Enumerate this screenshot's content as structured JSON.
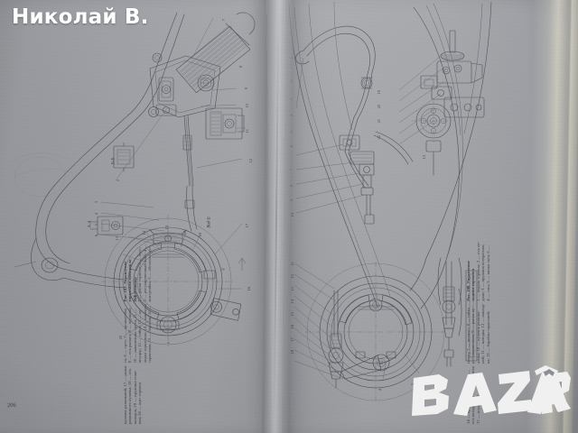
{
  "document": {
    "kind": "open-book-photograph",
    "language": "ru",
    "page_number": "206",
    "background_color": "#9a9ca0",
    "ink_color": "#4b4e57"
  },
  "watermarks": {
    "uploader": {
      "text": "Николай В.",
      "color": "#ffffff"
    },
    "site": {
      "text": "BAZAR",
      "color": "#f2f2f2"
    }
  },
  "left_page": {
    "figure_caption": {
      "heading": "Рис. 187. Управление",
      "lines": [
        "Рис. 187. Управление",
        "тормозами мотоцикла",
        "ИЖ-Юпитер",
        "1 — рычаг тормоза; 2 — болт;",
        "3 — регулировочный винт; 4 —",
        "контргайка; 5 — оболочка тро-",
        "са; 6 — трос; 7 — кронштейн;",
        "8 — ось рычага; 9 — пружина;",
        "10 — наконечник троса; 11 —",
        "штуцер; 12 — гайка; 13 — ко-",
        "лодка тормозная; 14 — накладка",
        "тормозная; 15 — барабан; 16 —",
        "кулачок разжимной; 17 — рычаг",
        "разжимного кулачка; 18 — ось",
        "колодок; 19 — пружина стяж-",
        "ная; 20 — щит тормоза"
      ]
    },
    "view_labels": [
      "Вид А",
      "Вид Б",
      "А-А",
      "Б-Б"
    ],
    "callout_numbers": [
      "1",
      "2",
      "3",
      "4",
      "5",
      "6",
      "7",
      "8",
      "9",
      "10",
      "11",
      "12",
      "13",
      "14",
      "15",
      "16",
      "17",
      "18",
      "19",
      "20"
    ]
  },
  "right_page": {
    "figure_caption": {
      "heading": "Рис. 188. Управление",
      "lines": [
        "Рис. 188. Управление",
        "задним тормозом",
        "1 — педаль тормоза; 2 — ось пе-",
        "дали; 3 — пружина возвратная;",
        "4 — тяга; 5 — вилка тяги; 6 —",
        "палец; 7 — шплинт; 8 — гайка",
        "регулировочная; 9 — рычаг ку-",
        "лачка; 10 — кулачок разжим-",
        "ной; 11 — колодка; 12 — наклад-",
        "ка; 13 — барабан тормозной;",
        "14 — пружина стяжная; 15 —",
        "ось колодок; 16 — щит тормоза;",
        "17 — втулка; 18 — шайба"
      ]
    },
    "callout_numbers": [
      "1",
      "2",
      "3",
      "4",
      "5",
      "6",
      "7",
      "8",
      "9",
      "10",
      "11",
      "12",
      "13",
      "14",
      "15",
      "16",
      "17",
      "18",
      "19",
      "20",
      "21",
      "22"
    ]
  }
}
